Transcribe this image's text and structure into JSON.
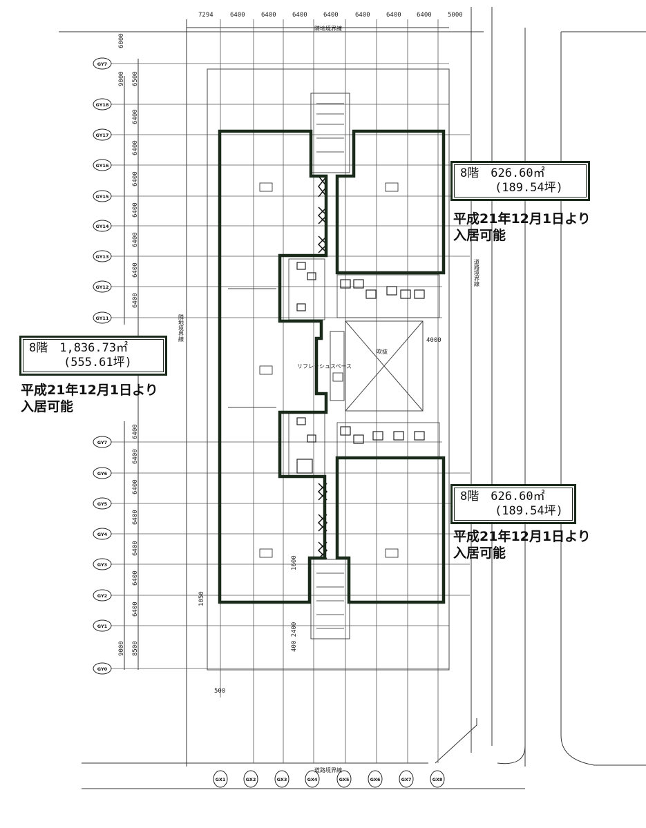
{
  "top_dimensions": [
    "7294",
    "6400",
    "6400",
    "6400",
    "6400",
    "6400",
    "6400",
    "6400",
    "5000"
  ],
  "left_dimensions_upper": [
    "6000",
    "9000",
    "6500",
    "6400",
    "6400",
    "6400",
    "6400",
    "6400",
    "6400",
    "6400"
  ],
  "left_dimensions_lower": [
    "6400",
    "6400",
    "6400",
    "6400",
    "6400",
    "6400",
    "6400",
    "9000",
    "8500"
  ],
  "grid_y_upper": [
    "GY7",
    "GY18",
    "GY17",
    "GY16",
    "GY15",
    "GY14",
    "GY13",
    "GY12",
    "GY11"
  ],
  "grid_y_lower": [
    "GY7",
    "GY6",
    "GY5",
    "GY4",
    "GY3",
    "GY2",
    "GY1",
    "GY0"
  ],
  "grid_x": [
    "GX1",
    "GX2",
    "GX3",
    "GX4",
    "GX5",
    "GX6",
    "GX7",
    "GX8"
  ],
  "boundary_top": "隣地境界線",
  "boundary_bottom": "道路境界線",
  "boundary_right": "道路境界線",
  "boundary_left": "隣地境界線",
  "atrium_label": "吹抜",
  "space_label": "リフレッシュスペース",
  "dim_4000": "4000",
  "dim_1600": "1600",
  "dim_1050": "1050",
  "dim_400_2400": "400 2400",
  "dim_500": "500",
  "units": {
    "left": {
      "floor_area": "8階　1,836.73㎡",
      "tsubo": "(555.61坪)",
      "note_line1": "平成21年12月1日より",
      "note_line2": "入居可能"
    },
    "upper_right": {
      "floor_area": "8階　626.60㎡",
      "tsubo": "(189.54坪)",
      "note_line1": "平成21年12月1日より",
      "note_line2": "入居可能"
    },
    "lower_right": {
      "floor_area": "8階　626.60㎡",
      "tsubo": "(189.54坪)",
      "note_line1": "平成21年12月1日より",
      "note_line2": "入居可能"
    }
  }
}
